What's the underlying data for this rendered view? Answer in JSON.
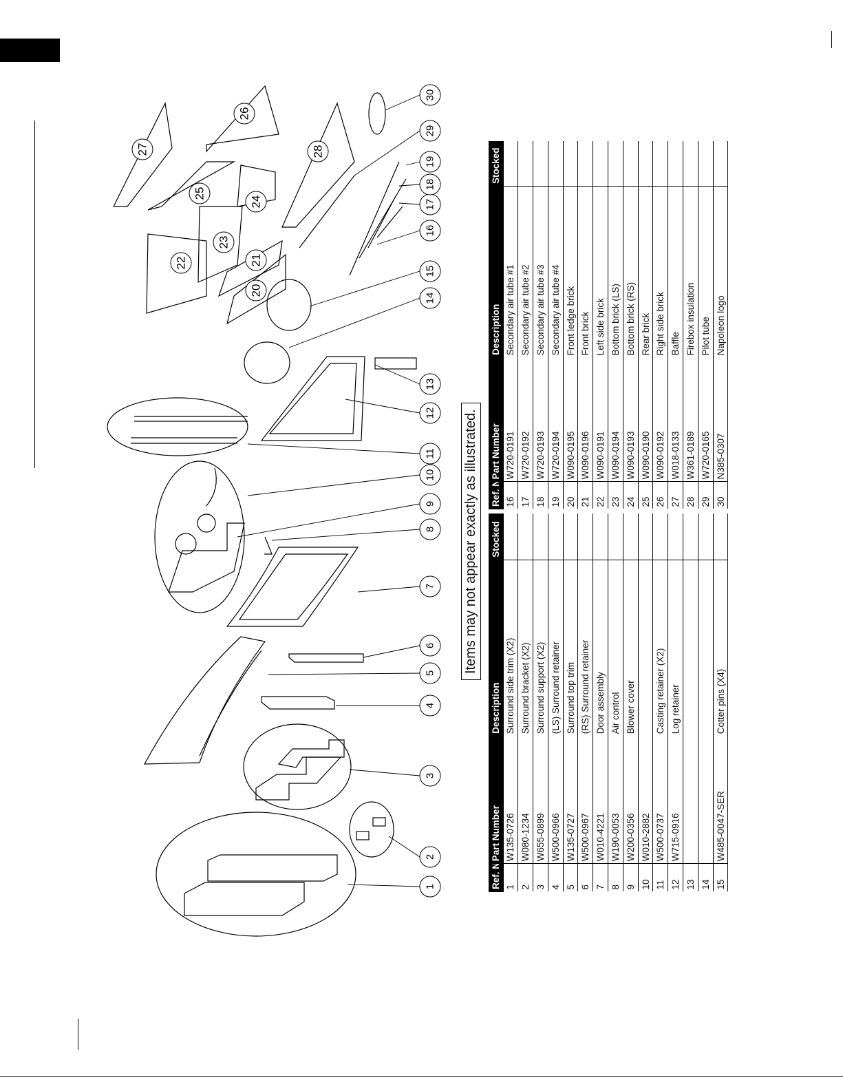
{
  "note": "Items may not appear exactly as illustrated.",
  "table_headers": {
    "ref": "Ref. No.",
    "part": "Part Number",
    "desc": "Description",
    "stocked": "Stocked"
  },
  "table_left": [
    {
      "ref": "1",
      "part": "W135-0726",
      "desc": "Surround side trim (X2)"
    },
    {
      "ref": "2",
      "part": "W080-1234",
      "desc": "Surround bracket (X2)"
    },
    {
      "ref": "3",
      "part": "W655-0899",
      "desc": "Surround support (X2)"
    },
    {
      "ref": "4",
      "part": "W500-0966",
      "desc": "(LS) Surround retainer"
    },
    {
      "ref": "5",
      "part": "W135-0727",
      "desc": "Surround top trim"
    },
    {
      "ref": "6",
      "part": "W500-0967",
      "desc": "(RS) Surround retainer"
    },
    {
      "ref": "7",
      "part": "W010-4221",
      "desc": "Door assembly"
    },
    {
      "ref": "8",
      "part": "W190-0053",
      "desc": "Air control"
    },
    {
      "ref": "9",
      "part": "W200-0356",
      "desc": "Blower cover"
    },
    {
      "ref": "10",
      "part": "W010-2882",
      "desc": ""
    },
    {
      "ref": "11",
      "part": "W500-0737",
      "desc": "Casting retainer (X2)"
    },
    {
      "ref": "12",
      "part": "W715-0916",
      "desc": "Log retainer"
    },
    {
      "ref": "13",
      "part": "",
      "desc": ""
    },
    {
      "ref": "14",
      "part": "",
      "desc": ""
    },
    {
      "ref": "15",
      "part": "W485-0047-SER",
      "desc": "Cotter pins (X4)"
    }
  ],
  "table_right": [
    {
      "ref": "16",
      "part": "W720-0191",
      "desc": "Secondary air tube #1"
    },
    {
      "ref": "17",
      "part": "W720-0192",
      "desc": "Secondary air tube #2"
    },
    {
      "ref": "18",
      "part": "W720-0193",
      "desc": "Secondary air tube #3"
    },
    {
      "ref": "19",
      "part": "W720-0194",
      "desc": "Secondary air tube #4"
    },
    {
      "ref": "20",
      "part": "W090-0195",
      "desc": "Front ledge brick"
    },
    {
      "ref": "21",
      "part": "W090-0196",
      "desc": "Front brick"
    },
    {
      "ref": "22",
      "part": "W090-0191",
      "desc": "Left side brick"
    },
    {
      "ref": "23",
      "part": "W090-0194",
      "desc": "Bottom brick (LS)"
    },
    {
      "ref": "24",
      "part": "W090-0193",
      "desc": "Bottom brick (RS)"
    },
    {
      "ref": "25",
      "part": "W090-0190",
      "desc": "Rear brick"
    },
    {
      "ref": "26",
      "part": "W090-0192",
      "desc": "Right side brick"
    },
    {
      "ref": "27",
      "part": "W018-0133",
      "desc": "Baffle"
    },
    {
      "ref": "28",
      "part": "W361-0189",
      "desc": "Firebox insulation"
    },
    {
      "ref": "29",
      "part": "W720-0165",
      "desc": "Pilot tube"
    },
    {
      "ref": "30",
      "part": "N385-0307",
      "desc": "Napoleon logo"
    }
  ],
  "callouts_row": [
    "1",
    "2",
    "3",
    "4",
    "5",
    "6",
    "7",
    "8",
    "9",
    "10",
    "11",
    "12",
    "13",
    "14",
    "15",
    "16",
    "17",
    "18",
    "19",
    "29",
    "30"
  ],
  "callouts_inner": [
    "20",
    "21",
    "22",
    "23",
    "24",
    "25",
    "26",
    "27",
    "28"
  ]
}
